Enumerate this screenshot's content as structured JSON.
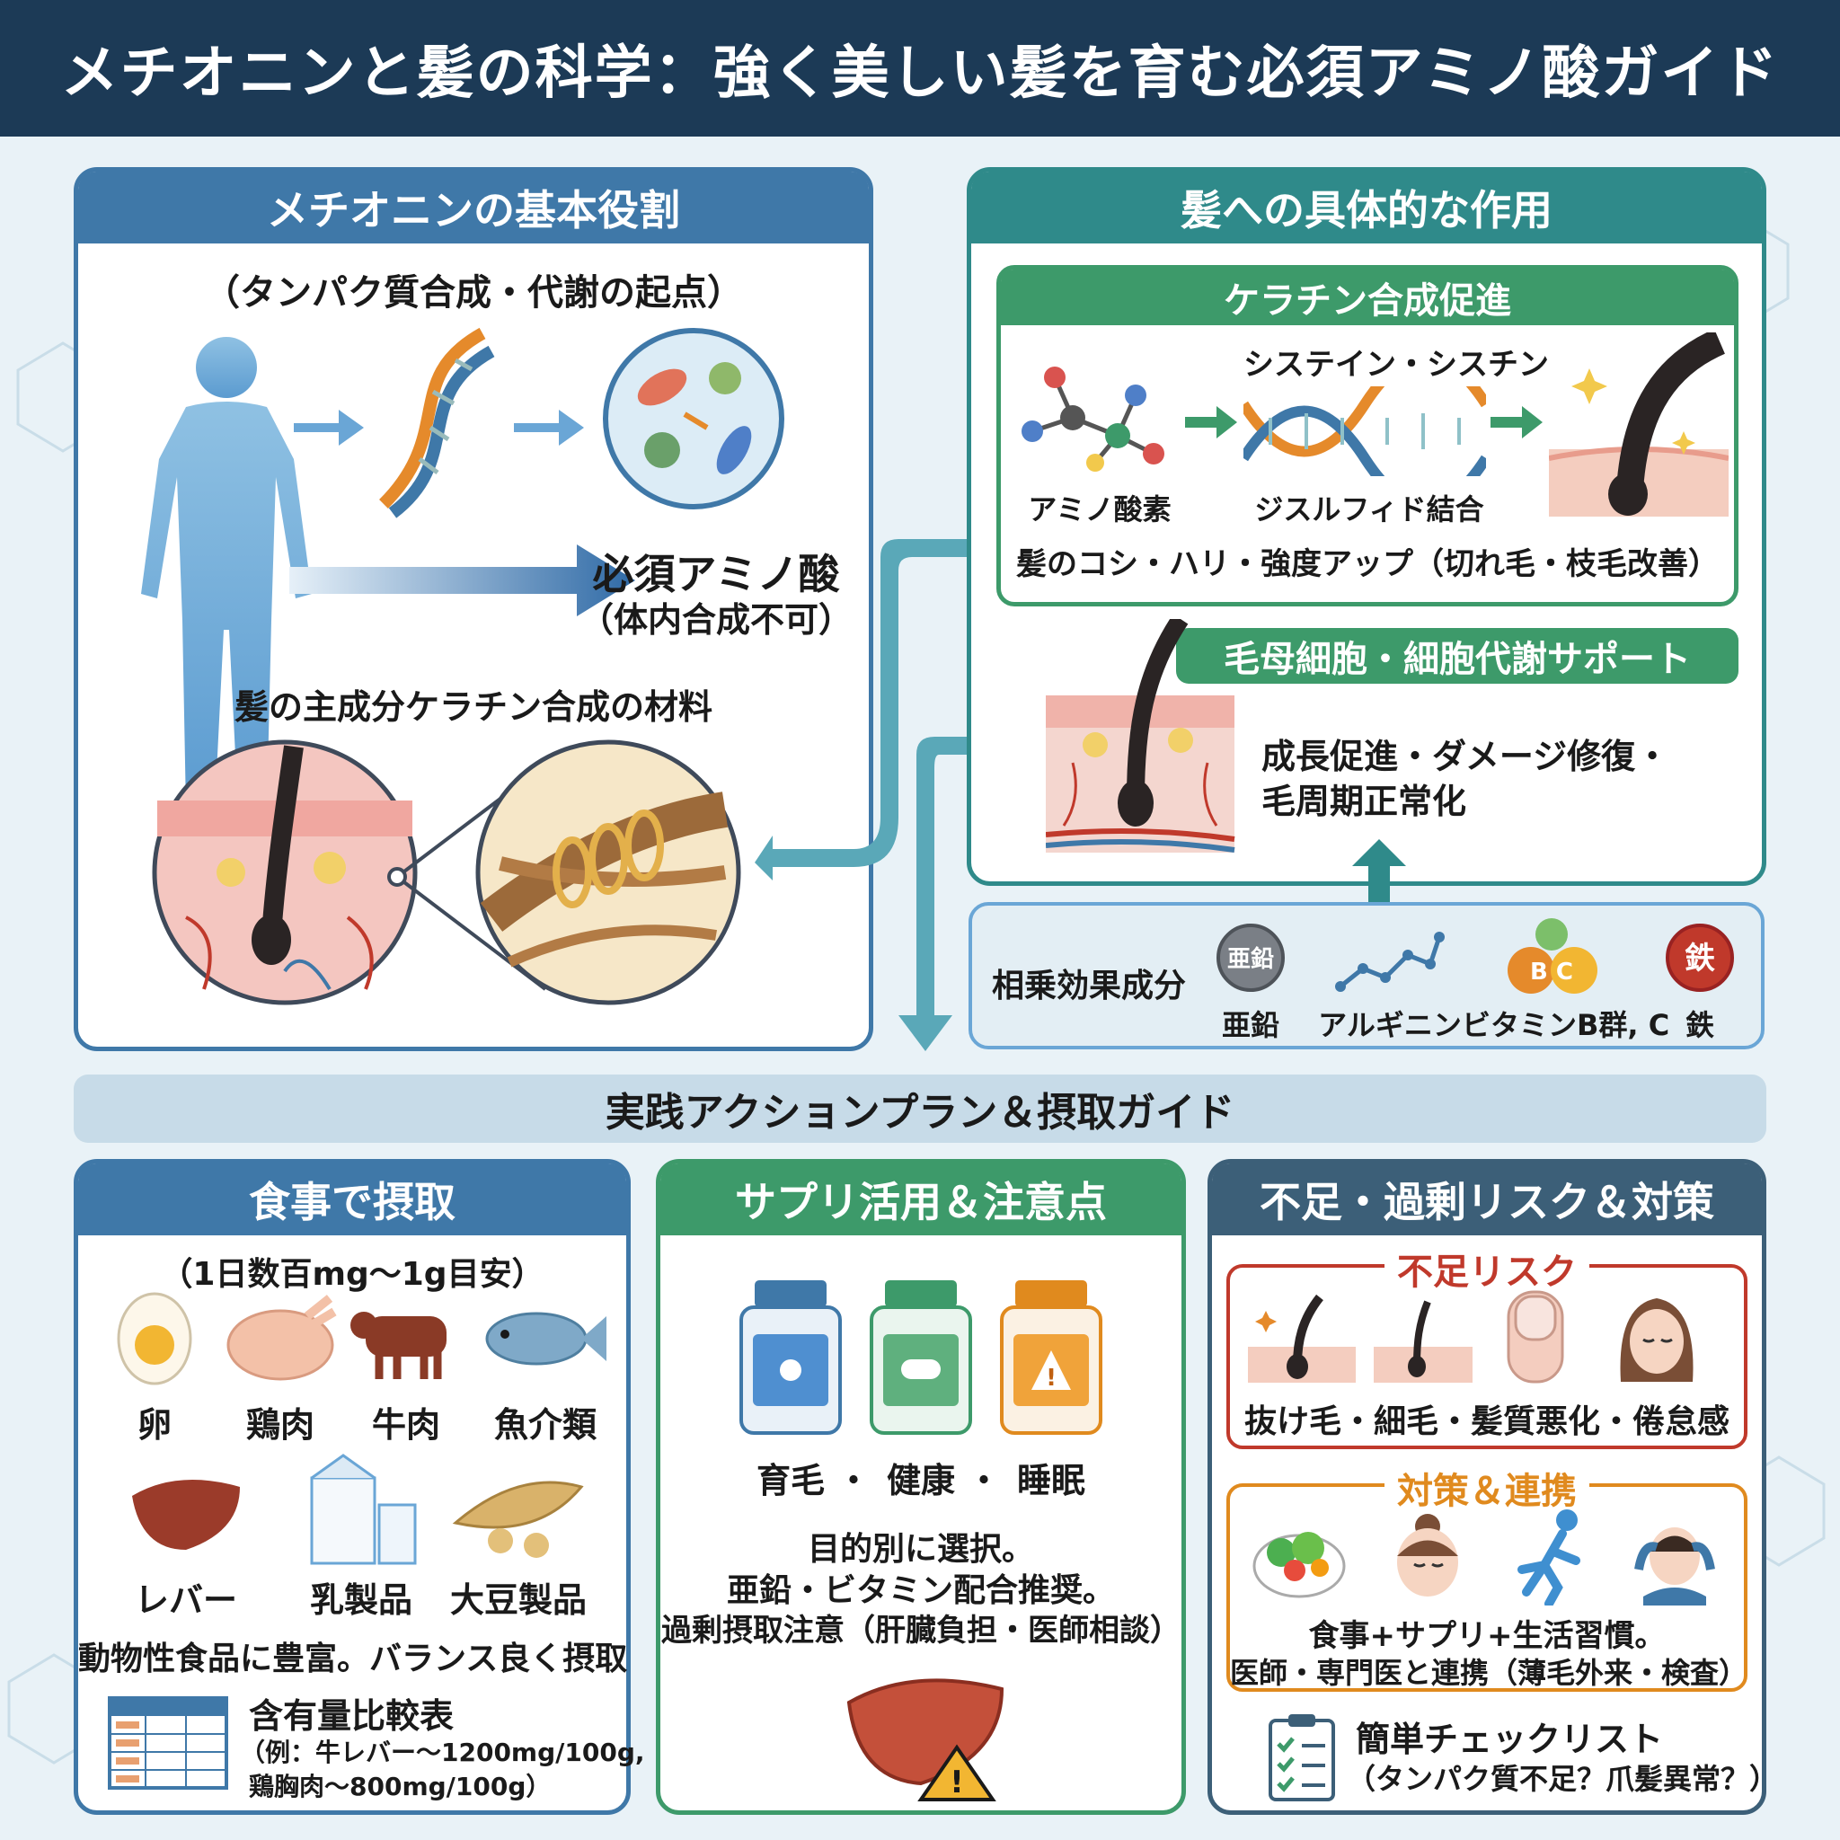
{
  "title": "メチオニンと髪の科学：強く美しい髪を育む必須アミノ酸ガイド",
  "basic": {
    "heading": "メチオニンの基本役割",
    "subtitle": "（タンパク質合成・代謝の起点）",
    "essential": "必須アミノ酸",
    "essential_note": "（体内合成不可）",
    "material": "髪の主成分ケラチン合成の材料"
  },
  "effects": {
    "heading": "髪への具体的な作用",
    "keratin": {
      "heading": "ケラチン合成促進",
      "cys": "システイン・シスチン",
      "amino": "アミノ酸素",
      "disulfide": "ジスルフィド結合",
      "result": "髪のコシ・ハリ・強度アップ（切れ毛・枝毛改善）"
    },
    "cell": {
      "heading": "毛母細胞・細胞代謝サポート",
      "line1": "成長促進・ダメージ修復・",
      "line2": "毛周期正常化"
    },
    "synergy": {
      "label": "相乗効果成分",
      "items": [
        {
          "name": "亜鉛",
          "icon": "亜鉛"
        },
        {
          "name": "アルギニン",
          "icon": ""
        },
        {
          "name": "ビタミンB群, C",
          "icon": "B C"
        },
        {
          "name": "鉄",
          "icon": "鉄"
        }
      ]
    }
  },
  "action_banner": "実践アクションプラン＆摂取ガイド",
  "food": {
    "heading": "食事で摂取",
    "subtitle": "（1日数百mg〜1g目安）",
    "items": [
      "卵",
      "鶏肉",
      "牛肉",
      "魚介類",
      "レバー",
      "乳製品",
      "大豆製品"
    ],
    "note": "動物性食品に豊富。バランス良く摂取",
    "table_title": "含有量比較表",
    "table_line1": "（例：牛レバー〜1200mg/100g,",
    "table_line2": "鶏胸肉〜800mg/100g）"
  },
  "supp": {
    "heading": "サプリ活用＆注意点",
    "purposes": [
      "育毛",
      "健康",
      "睡眠"
    ],
    "sep": "・",
    "line1": "目的別に選択。",
    "line2": "亜鉛・ビタミン配合推奨。",
    "line3": "過剰摂取注意（肝臓負担・医師相談）"
  },
  "risk": {
    "heading": "不足・過剰リスク＆対策",
    "shortage_heading": "不足リスク",
    "shortage_text": "抜け毛・細毛・髪質悪化・倦怠感",
    "measure_heading": "対策＆連携",
    "measure_line1": "食事+サプリ+生活習慣。",
    "measure_line2": "医師・専門医と連携（薄毛外来・検査）",
    "check_title": "簡単チェックリスト",
    "check_sub": "（タンパク質不足？爪髪異常？）"
  },
  "colors": {
    "navy": "#1c3a56",
    "blue": "#3f78a8",
    "teal": "#2f8a8a",
    "green": "#3d9a6a",
    "red": "#c0392b",
    "orange": "#e08a1e"
  }
}
